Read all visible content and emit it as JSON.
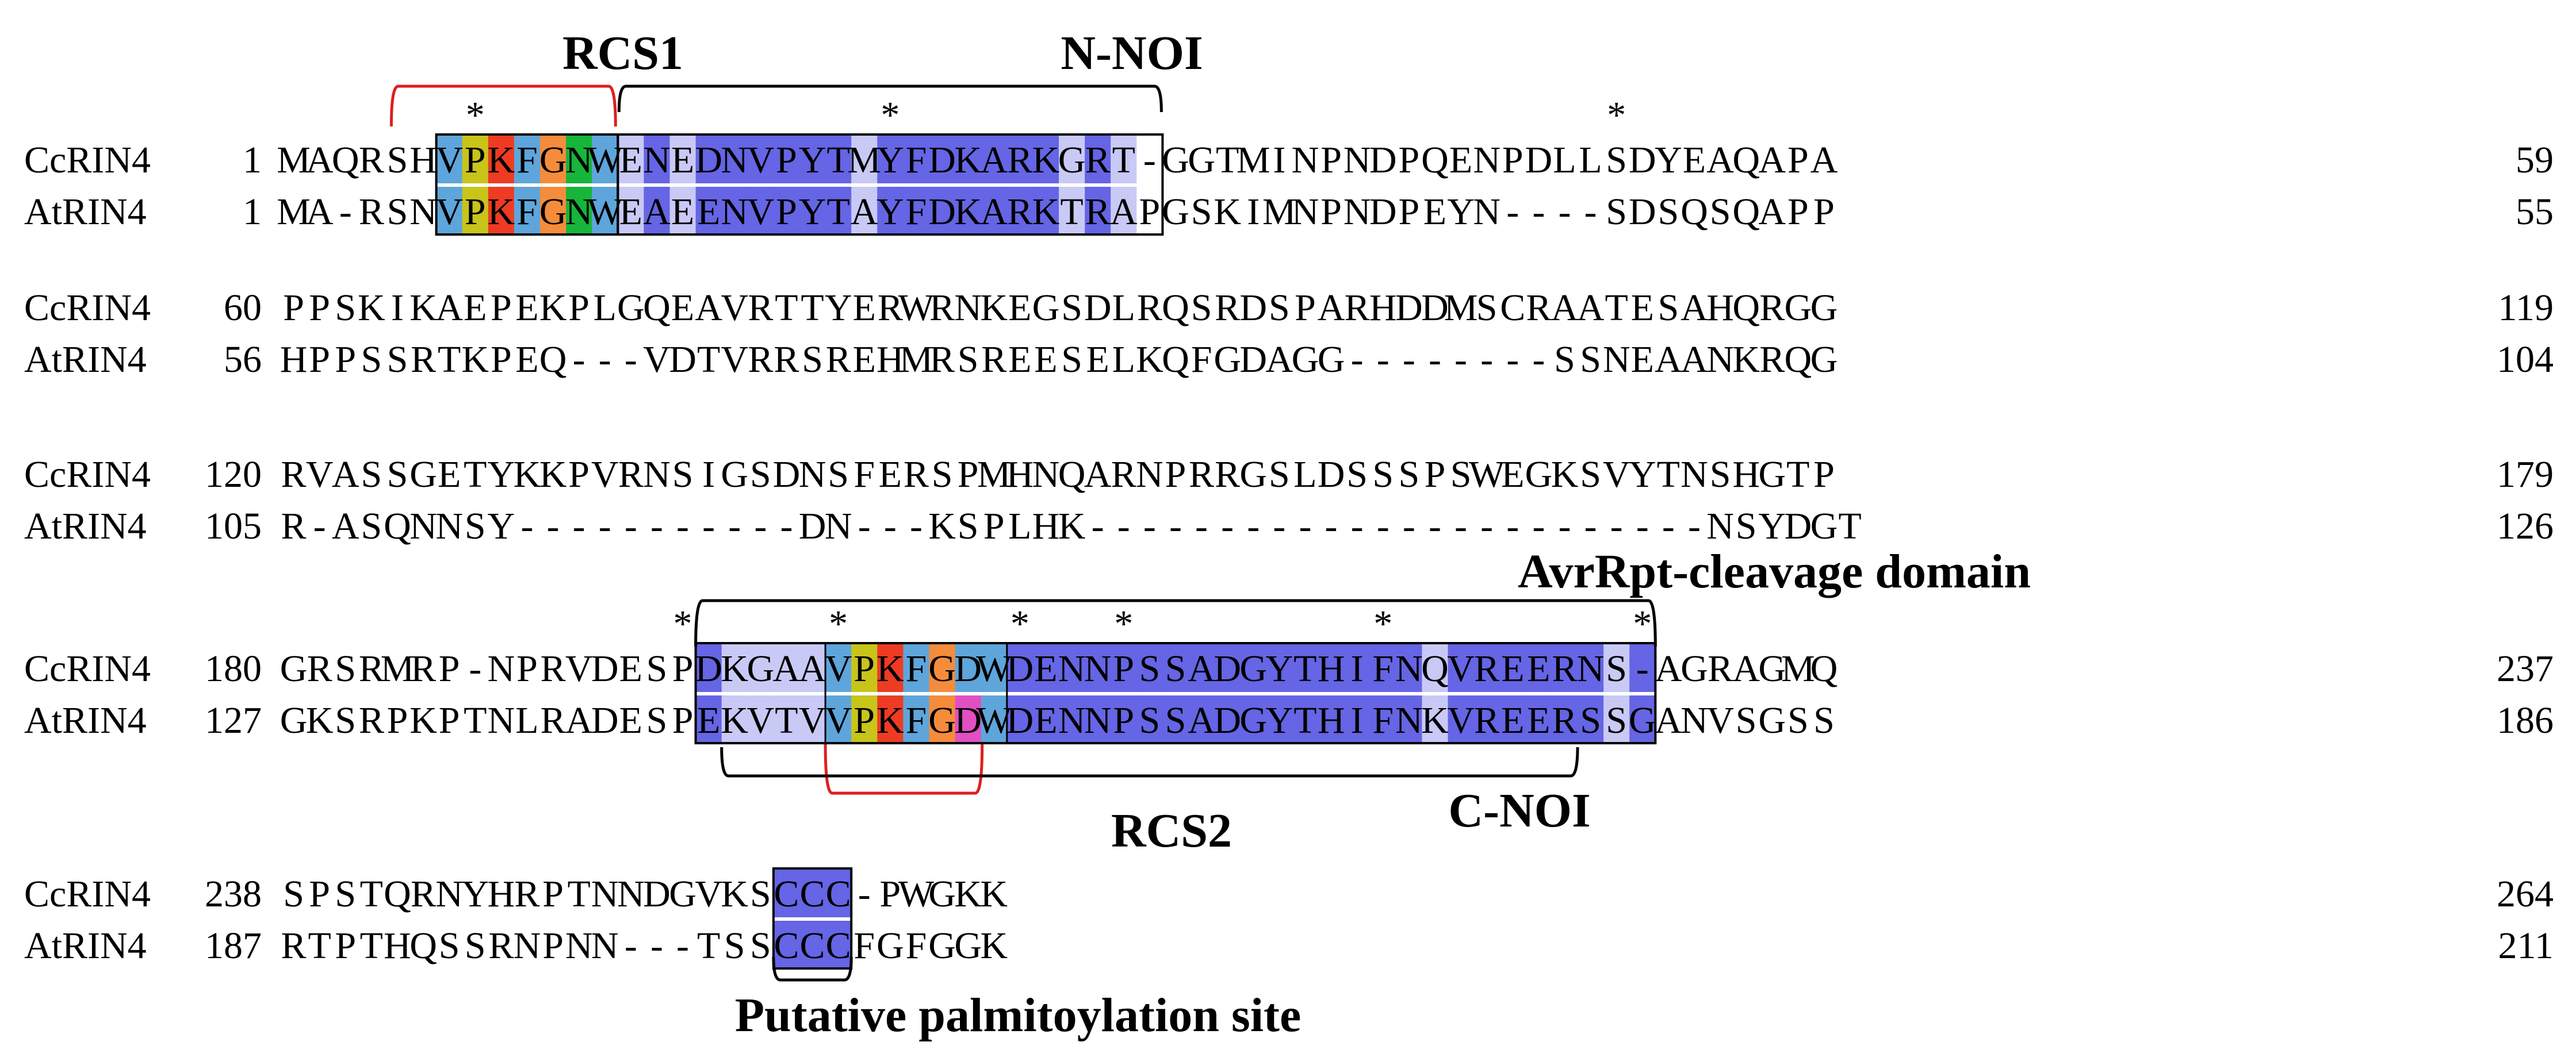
{
  "alignment": {
    "species": [
      "CcRIN4",
      "AtRIN4"
    ],
    "blocks": [
      {
        "rows": [
          {
            "name": "CcRIN4",
            "start": "1",
            "seq": "MAQRSHVPKFGNWENEDNVPYTMYFDKARKGRT-GGTMINPNDPQENPDLLSDYEAQAPA",
            "end": "59"
          },
          {
            "name": "AtRIN4",
            "start": "1",
            "seq": "MA-RSNVPKFGNWEAEENVPYTAYFDKARKTRAPGSKIMNPNDPEYN----SDSQSQAPP",
            "end": "55"
          }
        ],
        "stars": [
          7,
          23,
          51
        ],
        "shade": [
          {
            "start": 6,
            "end": 12,
            "fill": [
              "#5ea5db",
              "#c8c41a",
              "#ee3b23",
              "#5ea5db",
              "#f58c3b",
              "#17b53a",
              "#5ea5db"
            ]
          },
          {
            "start": 13,
            "end": 33,
            "fill": [
              "#c9c9f6",
              "#6565e5",
              "#c9c9f6",
              "#6565e5",
              "#6565e5",
              "#6565e5",
              "#6565e5",
              "#6565e5",
              "#6565e5",
              "#c9c9f6",
              "#6565e5",
              "#6565e5",
              "#6565e5",
              "#6565e5",
              "#6565e5",
              "#6565e5",
              "#6565e5",
              "#c9c9f6",
              "#6565e5",
              "#c9c9f6",
              "#ffffff"
            ]
          }
        ]
      },
      {
        "rows": [
          {
            "name": "CcRIN4",
            "start": "60",
            "seq": "PPSKIKAEPEKPLGQEAVRTTYERWRNKEGSDLRQSRDSPARHDDMSCRAATESAHQRGG",
            "end": "119"
          },
          {
            "name": "AtRIN4",
            "start": "56",
            "seq": "HPPSSRTKPEQ---VDTVRRSREHMRSREESELKQFGDAGG--------SSNEAANKRQG",
            "end": "104"
          }
        ],
        "stars": [],
        "shade": []
      },
      {
        "rows": [
          {
            "name": "CcRIN4",
            "start": "120",
            "seq": "RVASSGETYKKPVRNSIGSDNSFERSPMHNQARNPRRGSLDSSSPSWEGKSVYTNSHGTP",
            "end": "179"
          },
          {
            "name": "AtRIN4",
            "start": "105",
            "seq": "R-ASQNNSY-----------DN---KSPLHK------------------------NSYDGT",
            "end": "126"
          }
        ],
        "stars": [],
        "shade": []
      },
      {
        "rows": [
          {
            "name": "CcRIN4",
            "start": "180",
            "seq": "GRSRMRP-NPRVDESPDKGAAVPKFGDWDENNPSSADGYTHIFNQVREERNS-AGRAGMQ",
            "end": "237"
          },
          {
            "name": "AtRIN4",
            "start": "127",
            "seq": "GKSRPKPTNLRADESPEKVTVVPKFGDWDENNPSSADGYTHIFNKVREERSSGANVSGSS",
            "end": "186"
          }
        ],
        "stars": [
          15,
          21,
          28,
          32,
          42,
          52
        ],
        "shade": [
          {
            "start": 16,
            "end": 20,
            "fill": [
              "#6565e5",
              "#c9c9f6",
              "#c9c9f6",
              "#c9c9f6",
              "#c9c9f6"
            ]
          },
          {
            "start": 21,
            "end": 27,
            "fill": [
              "#5ea5db",
              "#c8c41a",
              "#ee3b23",
              "#5ea5db",
              "#f58c3b",
              "#5ea5db",
              "#5ea5db"
            ]
          },
          {
            "start": 28,
            "end": 52,
            "fill": [
              "#6565e5",
              "#6565e5",
              "#6565e5",
              "#6565e5",
              "#6565e5",
              "#6565e5",
              "#6565e5",
              "#6565e5",
              "#6565e5",
              "#6565e5",
              "#6565e5",
              "#6565e5",
              "#6565e5",
              "#6565e5",
              "#6565e5",
              "#6565e5",
              "#c9c9f6",
              "#6565e5",
              "#6565e5",
              "#6565e5",
              "#6565e5",
              "#6565e5",
              "#6565e5",
              "#c9c9f6",
              "#6565e5"
            ]
          }
        ],
        "shade_override": [
          {
            "row": 1,
            "col": 26,
            "fill": "#e24fc3"
          }
        ]
      },
      {
        "rows": [
          {
            "name": "CcRIN4",
            "start": "238",
            "seq": "SPSTQRNYHRPTNNDGVKSCCC-PWGKK",
            "end": "264"
          },
          {
            "name": "AtRIN4",
            "start": "187",
            "seq": "RTPTHQSSRNPNN---TSSCCCFGFGGK",
            "end": "211"
          }
        ],
        "stars": [],
        "shade": [
          {
            "start": 19,
            "end": 21,
            "fill": [
              "#6565e5",
              "#6565e5",
              "#6565e5"
            ]
          }
        ]
      }
    ]
  },
  "annotations": {
    "rcs1": "RCS1",
    "n_noi": "N-NOI",
    "avrrpt": "AvrRpt-cleavage domain",
    "rcs2": "RCS2",
    "c_noi": "C-NOI",
    "palm": "Putative palmitoylation site",
    "star_symbol": "*"
  },
  "colors": {
    "bracket_black": "#000000",
    "bracket_red": "#dd1f1f",
    "dark_blue": "#6565e5",
    "light_blue": "#c9c9f6"
  }
}
